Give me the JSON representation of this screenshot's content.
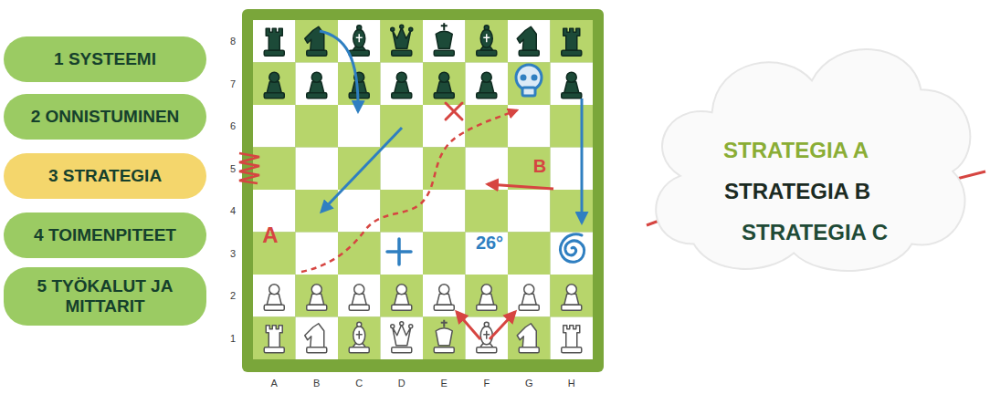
{
  "diagram": {
    "nodes": [
      {
        "text": [
          "1 SYSTEEMI"
        ]
      },
      {
        "text": [
          "2 ONNISTUMINEN"
        ]
      },
      {
        "text": [
          "3 STRATEGIA"
        ]
      },
      {
        "text": [
          "4 TOIMENPITEET"
        ]
      },
      {
        "text": [
          "5 TYÖKALUT JA MITTARIT"
        ]
      },
      {
        "text": [
          "STRATEGIA A",
          "STRATEGIA B",
          "STRATEGIA C"
        ]
      }
    ],
    "labels": [
      "8",
      "7",
      "6",
      "5",
      "4",
      "3",
      "2",
      "1",
      "A",
      "B",
      "C",
      "D",
      "E",
      "F",
      "G",
      "H",
      "A",
      "B",
      "26°"
    ]
  }
}
